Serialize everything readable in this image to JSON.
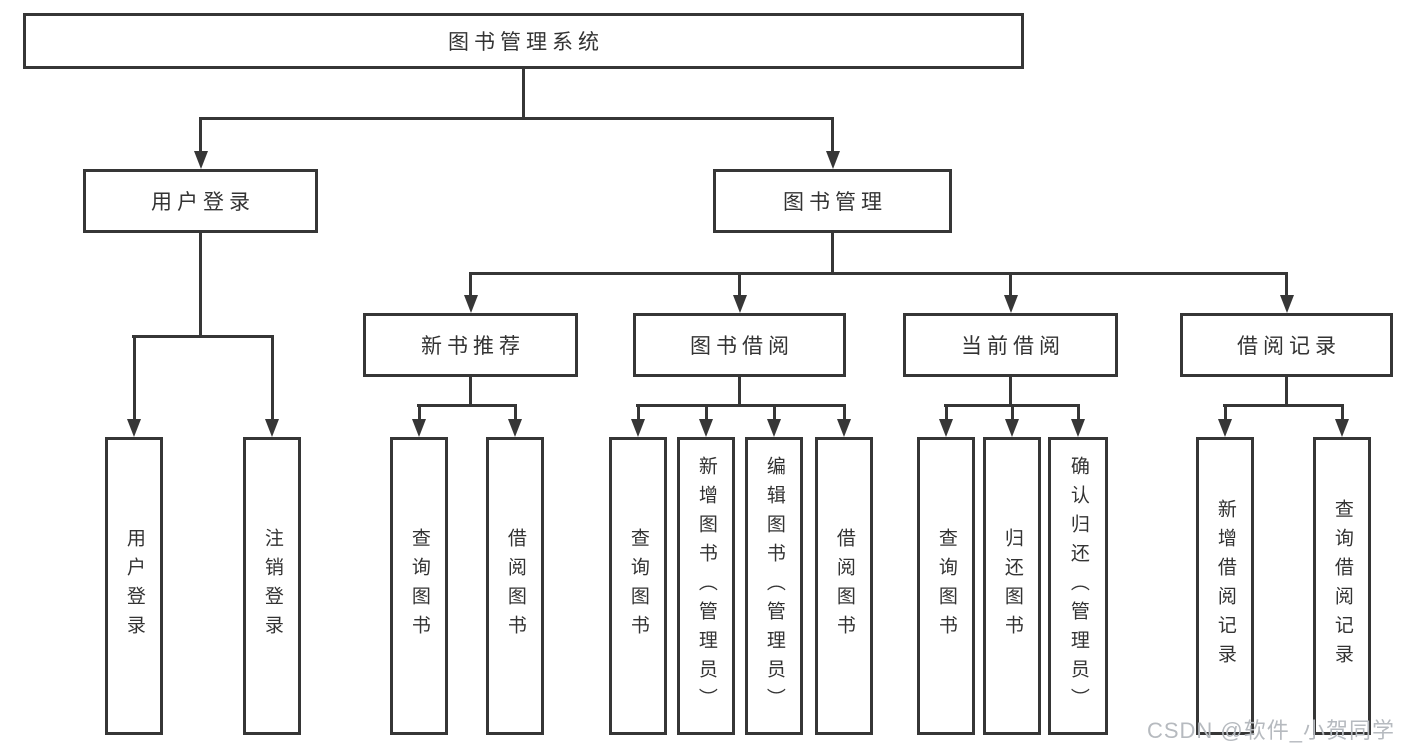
{
  "tree": {
    "root": {
      "label": "图书管理系统"
    },
    "branches": [
      {
        "label": "用户登录",
        "children": [
          {
            "label": "用户登录"
          },
          {
            "label": "注销登录"
          }
        ]
      },
      {
        "label": "图书管理",
        "children": [
          {
            "label": "新书推荐",
            "children": [
              {
                "label": "查询图书"
              },
              {
                "label": "借阅图书"
              }
            ]
          },
          {
            "label": "图书借阅",
            "children": [
              {
                "label": "查询图书"
              },
              {
                "label": "新增图书（管理员）"
              },
              {
                "label": "编辑图书（管理员）"
              },
              {
                "label": "借阅图书"
              }
            ]
          },
          {
            "label": "当前借阅",
            "children": [
              {
                "label": "查询图书"
              },
              {
                "label": "归还图书"
              },
              {
                "label": "确认归还（管理员）"
              }
            ]
          },
          {
            "label": "借阅记录",
            "children": [
              {
                "label": "新增借阅记录"
              },
              {
                "label": "查询借阅记录"
              }
            ]
          }
        ]
      }
    ]
  },
  "watermark": {
    "text": "CSDN @软件_小贺同学"
  },
  "colors": {
    "line": "#363636",
    "text": "#333333",
    "watermark": "#b6babf",
    "background": "#ffffff"
  }
}
